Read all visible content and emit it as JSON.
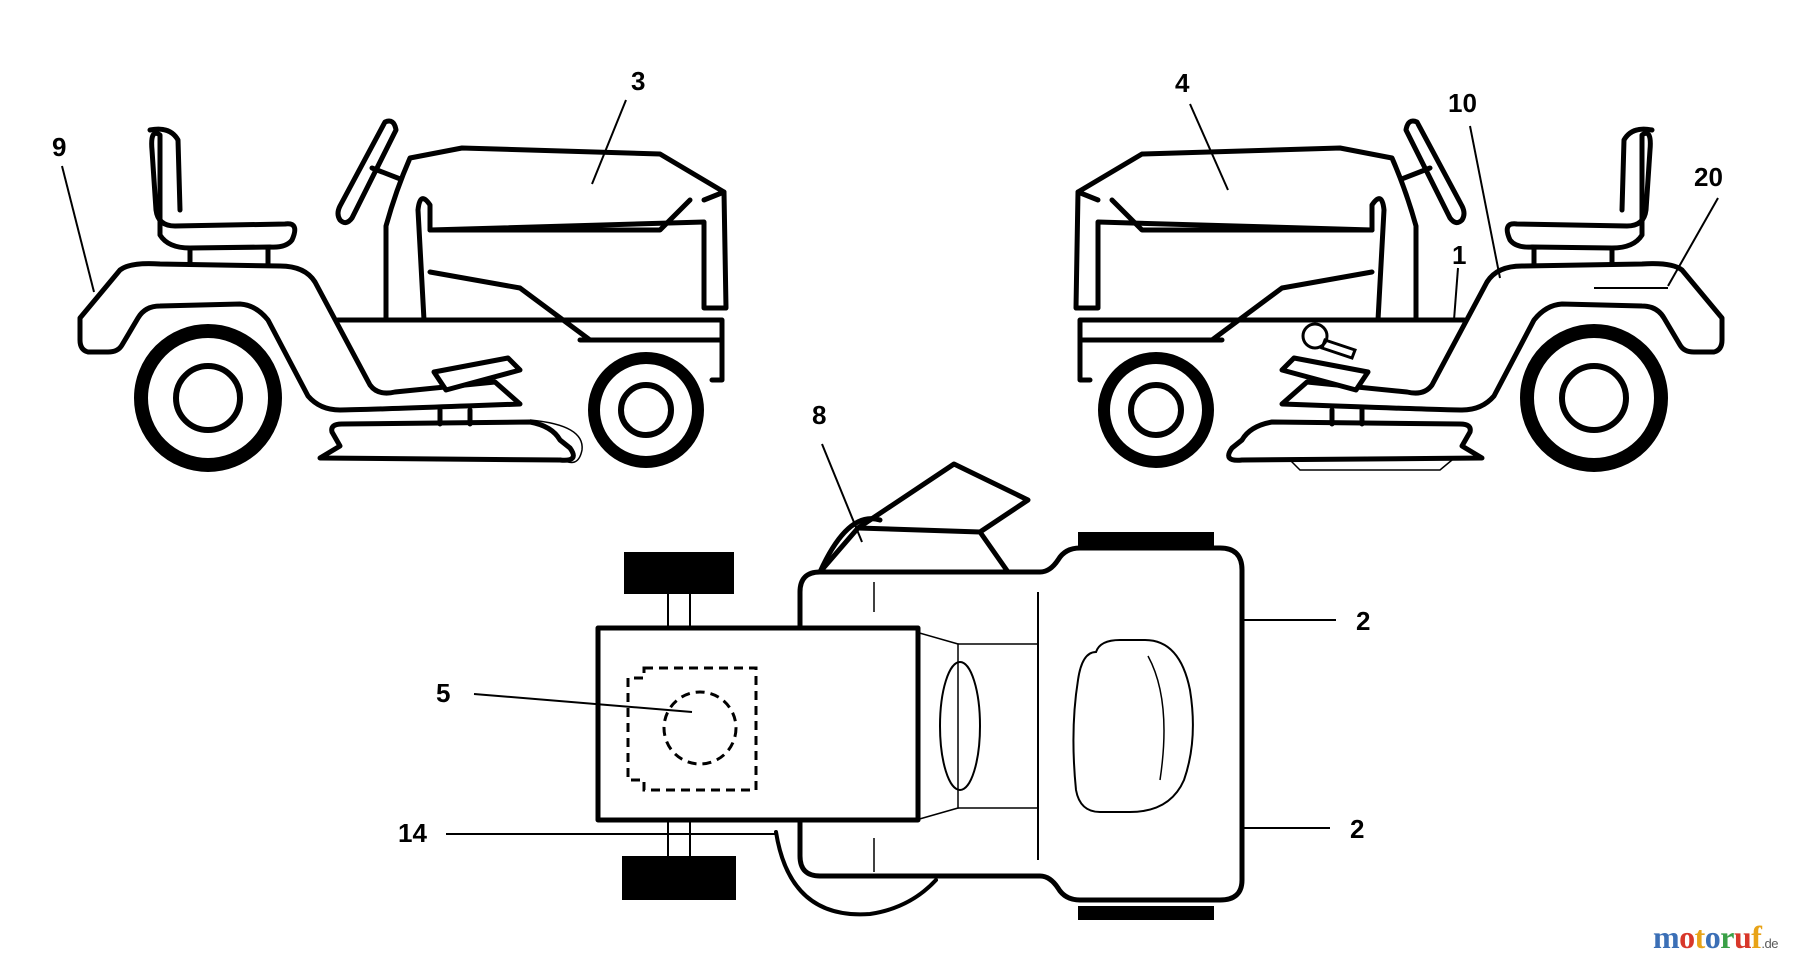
{
  "callouts": {
    "c9": "9",
    "c3": "3",
    "c4": "4",
    "c10": "10",
    "c20": "20",
    "c1": "1",
    "c8": "8",
    "c2a": "2",
    "c2b": "2",
    "c5": "5",
    "c14": "14"
  },
  "watermark": {
    "letters": [
      {
        "ch": "m",
        "color": "#3b6fb6"
      },
      {
        "ch": "o",
        "color": "#d8372a"
      },
      {
        "ch": "t",
        "color": "#e8a317"
      },
      {
        "ch": "o",
        "color": "#3b6fb6"
      },
      {
        "ch": "r",
        "color": "#3aa047"
      },
      {
        "ch": "u",
        "color": "#d8372a"
      },
      {
        "ch": "f",
        "color": "#e8a317"
      }
    ],
    "suffix": ".de"
  }
}
